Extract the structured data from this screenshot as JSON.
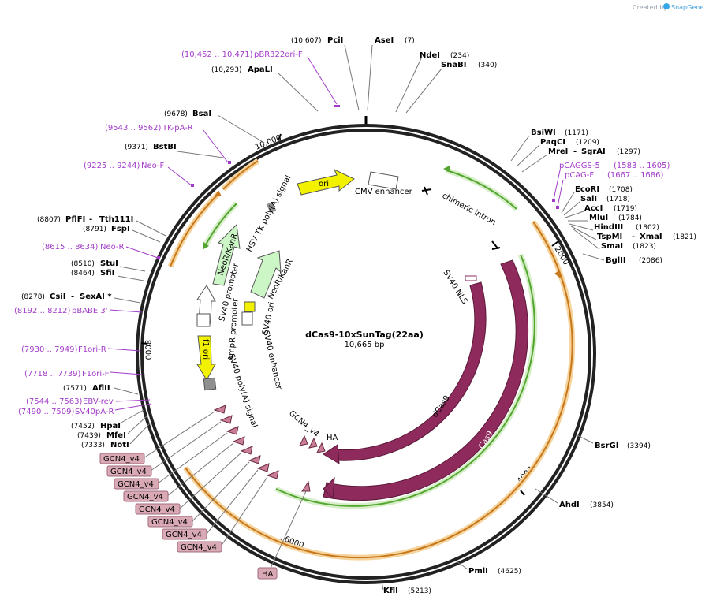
{
  "header": {
    "created_by": "Created by",
    "brand": "SnapGene"
  },
  "plasmid": {
    "name": "dCas9-10xSunTag(22aa)",
    "size": "10,665 bp"
  },
  "ticks": [
    "2000",
    "4000",
    "6000",
    "8000",
    "10,000"
  ],
  "sites": [
    {
      "name": "PciI",
      "pos": "(10,607)"
    },
    {
      "name": "AseI",
      "pos": "(7)"
    },
    {
      "name": "NdeI",
      "pos": "(234)"
    },
    {
      "name": "SnaBI",
      "pos": "(340)"
    },
    {
      "name": "ApaLI",
      "pos": "(10,293)"
    },
    {
      "name": "BsaI",
      "pos": "(9678)"
    },
    {
      "name": "BstBI",
      "pos": "(9371)"
    },
    {
      "name": "PflFI",
      "pos": "(8807)",
      "extra": "Tth111I"
    },
    {
      "name": "FspI",
      "pos": "(8791)"
    },
    {
      "name": "StuI",
      "pos": "(8510)"
    },
    {
      "name": "SfiI",
      "pos": "(8464)"
    },
    {
      "name": "CsiI",
      "pos": "(8278)",
      "extra": "SexAI *"
    },
    {
      "name": "AflII",
      "pos": "(7571)"
    },
    {
      "name": "HpaI",
      "pos": "(7452)"
    },
    {
      "name": "MfeI",
      "pos": "(7439)"
    },
    {
      "name": "NotI",
      "pos": "(7333)"
    },
    {
      "name": "BsiWI",
      "pos": "(1171)"
    },
    {
      "name": "PaqCI",
      "pos": "(1209)"
    },
    {
      "name": "MreI",
      "pos": "(1297)",
      "extra": "SgrAI"
    },
    {
      "name": "EcoRI",
      "pos": "(1708)"
    },
    {
      "name": "SalI",
      "pos": "(1718)"
    },
    {
      "name": "AccI",
      "pos": "(1719)"
    },
    {
      "name": "MluI",
      "pos": "(1784)"
    },
    {
      "name": "HindIII",
      "pos": "(1802)"
    },
    {
      "name": "TspMI",
      "pos": "(1821)",
      "extra": "XmaI"
    },
    {
      "name": "SmaI",
      "pos": "(1823)"
    },
    {
      "name": "BglII",
      "pos": "(2086)"
    },
    {
      "name": "BsrGI",
      "pos": "(3394)"
    },
    {
      "name": "AhdI",
      "pos": "(3854)"
    },
    {
      "name": "PmlI",
      "pos": "(4625)"
    },
    {
      "name": "KflI",
      "pos": "(5213)"
    }
  ],
  "primers": [
    {
      "range": "(10,452 .. 10,471)",
      "name": "pBR322ori-F"
    },
    {
      "range": "(9543 .. 9562)",
      "name": "TK-pA-R"
    },
    {
      "range": "(9225 .. 9244)",
      "name": "Neo-F"
    },
    {
      "range": "(8615 .. 8634)",
      "name": "Neo-R"
    },
    {
      "range": "(8192 .. 8212)",
      "name": "pBABE 3'"
    },
    {
      "range": "(7930 .. 7949)",
      "name": "F1ori-R"
    },
    {
      "range": "(7718 .. 7739)",
      "name": "F1ori-F"
    },
    {
      "range": "(7544 .. 7563)",
      "name": "EBV-rev"
    },
    {
      "range": "(7490 .. 7509)",
      "name": "SV40pA-R"
    },
    {
      "range": "(1583 .. 1605)",
      "name": "pCAGGS-5"
    },
    {
      "range": "(1667 .. 1686)",
      "name": "pCAG-F"
    }
  ],
  "features": {
    "ori": "ori",
    "cmv": "CMV enhancer",
    "intron": "chimeric intron",
    "hsv": "HSV TK poly(A) signal",
    "neo_outer": "NeoR/KanR",
    "neo_inner": "NeoR/KanR",
    "sv40_promoter": "SV40 promoter",
    "ampr_promoter": "AmpR promoter",
    "sv40_ori": "SV40 ori",
    "sv40_enhancer": "SV40 enhancer",
    "f1": "f1 ori",
    "sv40_polya": "SV40 poly(A) signal",
    "nls": "SV40 NLS",
    "dcas9": "dCas9",
    "cas9": "Cas9",
    "gcn4": "GCN4_v4",
    "ha": "HA"
  },
  "tags": {
    "gcn4": [
      "GCN4_v4",
      "GCN4_v4",
      "GCN4_v4",
      "GCN4_v4",
      "GCN4_v4",
      "GCN4_v4",
      "GCN4_v4",
      "GCN4_v4"
    ],
    "ha": "HA"
  },
  "colors": {
    "primer": "#a23cc8",
    "cas9": "#8e2a5c",
    "orange": "#ea9a3a",
    "green": "#55a630",
    "ori": "#f2f200",
    "neo": "#cdf6c6",
    "tag_fill": "#d9a9b5"
  }
}
